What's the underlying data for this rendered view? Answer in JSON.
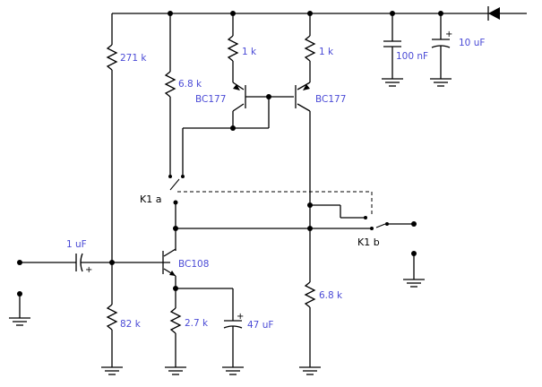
{
  "components": {
    "r_bias_top": {
      "value": "271 k"
    },
    "r_bias_bottom": {
      "value": "82 k"
    },
    "r_collector": {
      "value": "6.8 k"
    },
    "r_emitter": {
      "value": "2.7 k"
    },
    "r_load_left": {
      "value": "1 k"
    },
    "r_load_right": {
      "value": "1 k"
    },
    "r_right_lower": {
      "value": "6.8 k"
    },
    "c_input": {
      "value": "1 uF"
    },
    "c_emitter": {
      "value": "47 uF"
    },
    "c_decouple_small": {
      "value": "100 nF"
    },
    "c_decouple_large": {
      "value": "10 uF"
    },
    "q_input": {
      "part": "BC108"
    },
    "q_mirror_left": {
      "part": "BC177"
    },
    "q_mirror_right": {
      "part": "BC177"
    },
    "relay_a": {
      "label": "K1 a"
    },
    "relay_b": {
      "label": "K1 b"
    }
  },
  "polarity_marks": {
    "plus": "+"
  }
}
